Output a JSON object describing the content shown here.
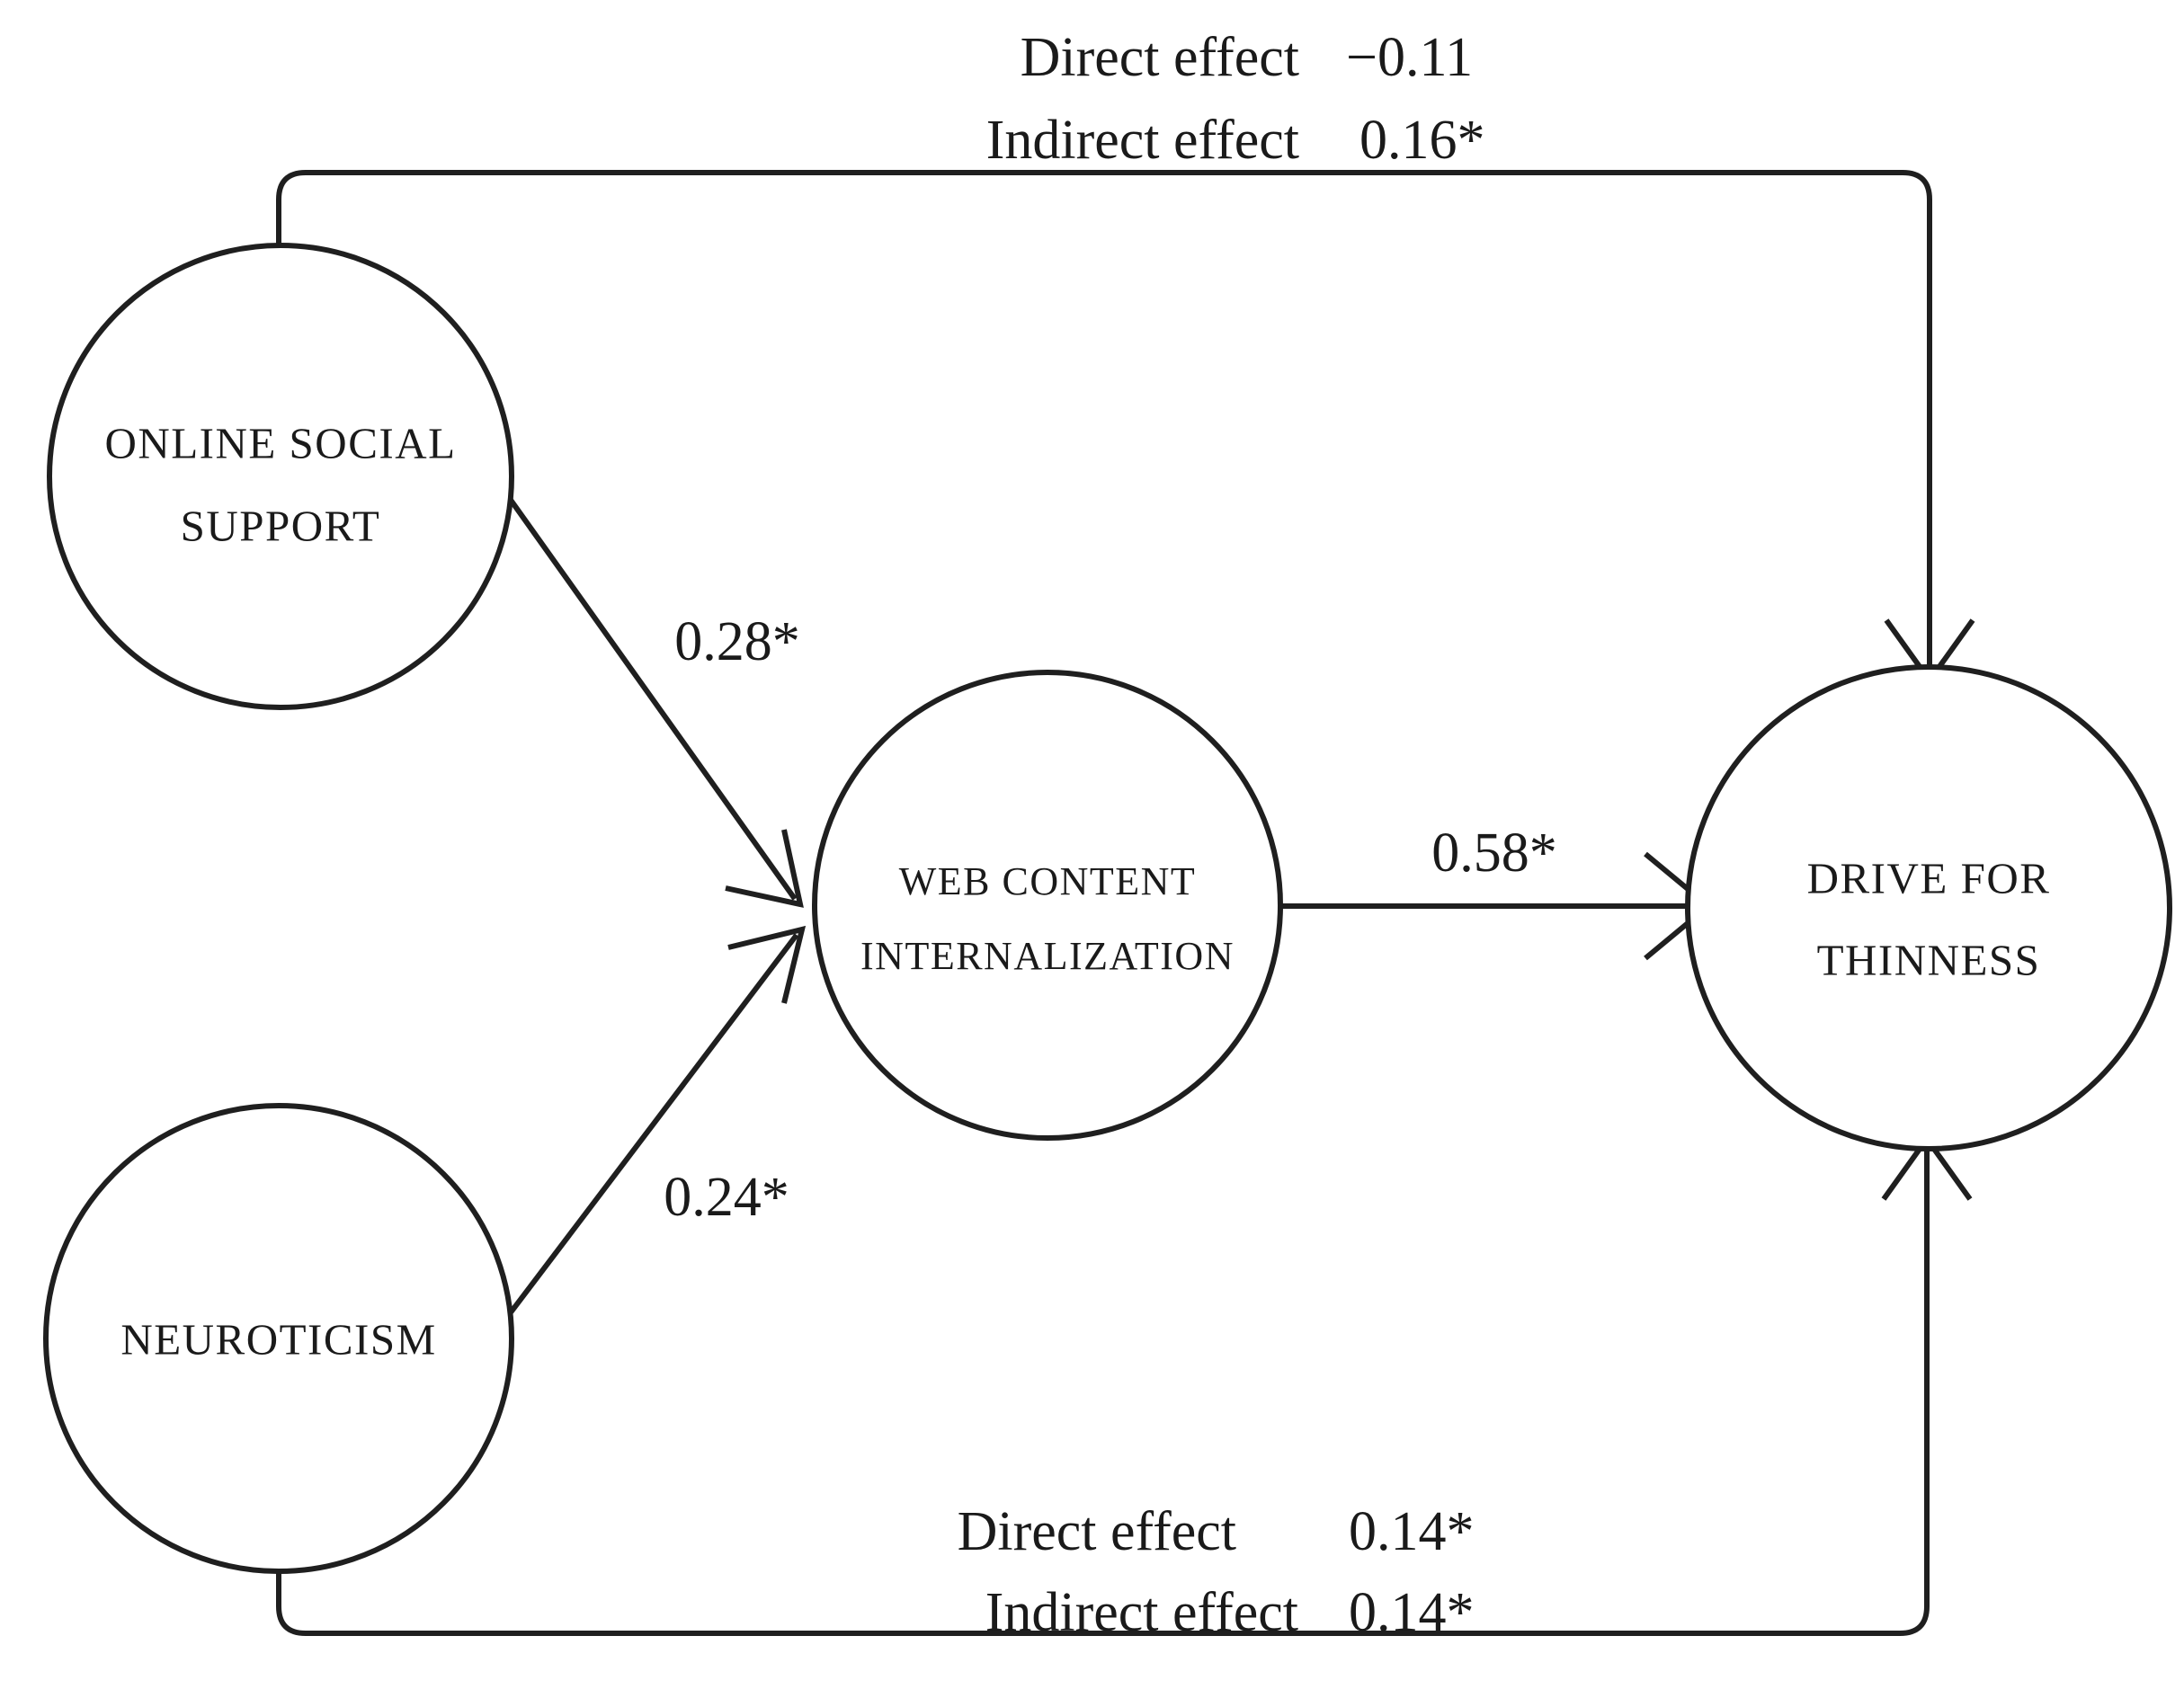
{
  "diagram": {
    "type": "path-model",
    "background_color": "#ffffff",
    "stroke_color": "#1f1f1f",
    "text_color": "#1a1a1a",
    "nodes": [
      {
        "id": "online-social-support",
        "line1": "ONLINE SOCIAL",
        "line2": "SUPPORT"
      },
      {
        "id": "web-content-internalization",
        "line1": "WEB CONTENT",
        "line2": "INTERNALIZATION"
      },
      {
        "id": "drive-for-thinness",
        "line1": "DRIVE FOR",
        "line2": "THINNESS"
      },
      {
        "id": "neuroticism",
        "line1": "NEUROTICISM",
        "line2": ""
      }
    ],
    "paths": [
      {
        "id": "oss-to-wci",
        "coefficient": "0.28*"
      },
      {
        "id": "neuroticism-to-wci",
        "coefficient": "0.24*"
      },
      {
        "id": "wci-to-dft",
        "coefficient": "0.58*"
      }
    ],
    "effects": {
      "top": {
        "direct_label": "Direct effect",
        "direct_value": "−0.11",
        "indirect_label": "Indirect effect",
        "indirect_value": "0.16*"
      },
      "bottom": {
        "direct_label": "Direct effect",
        "direct_value": "0.14*",
        "indirect_label": "Indirect effect",
        "indirect_value": "0.14*"
      }
    }
  }
}
